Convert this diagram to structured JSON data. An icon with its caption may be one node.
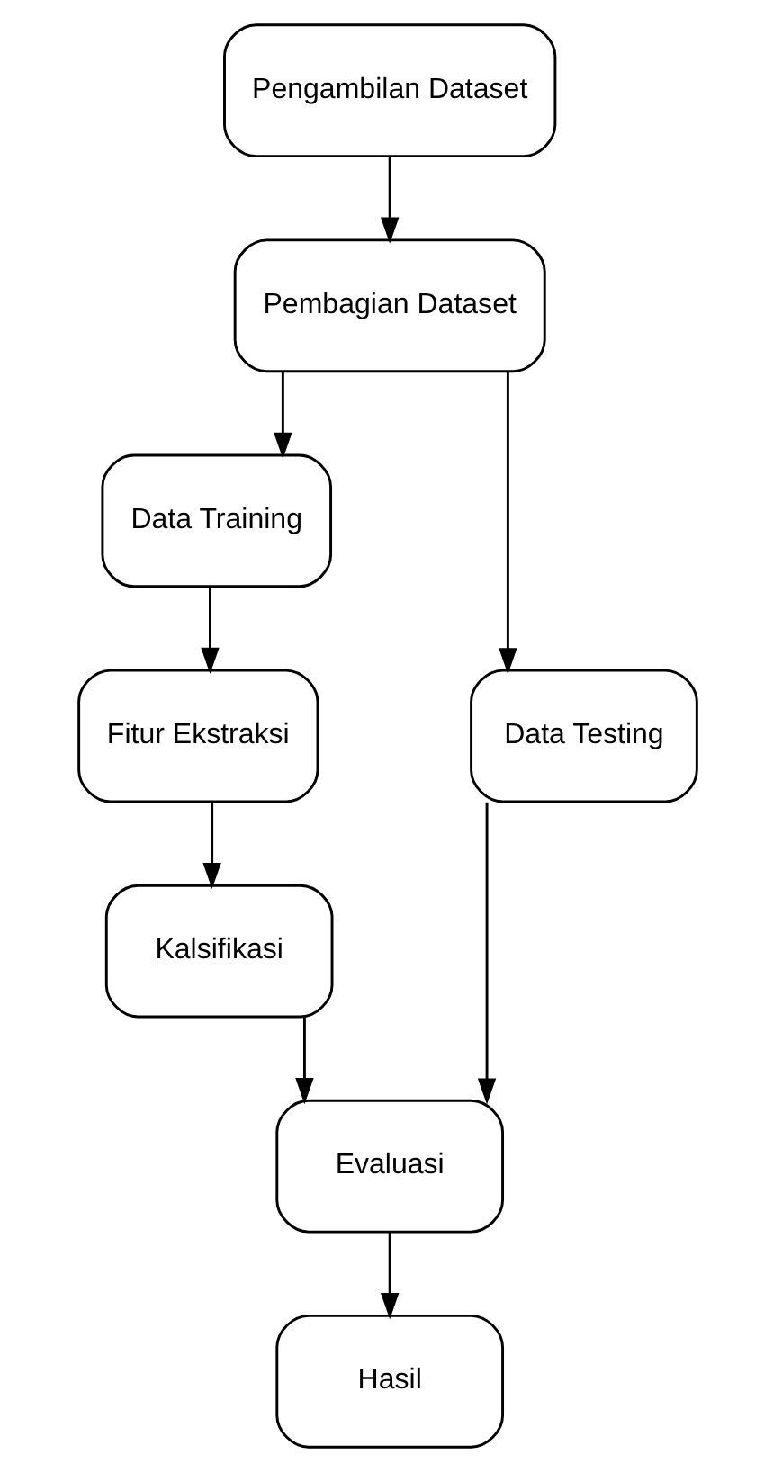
{
  "diagram": {
    "nodes": [
      {
        "text": [
          "Pengambilan Dataset"
        ]
      },
      {
        "text": [
          "Pembagian Dataset"
        ]
      },
      {
        "text": [
          "Data Training"
        ]
      },
      {
        "text": [
          "Data Testing"
        ]
      },
      {
        "text": [
          "Fitur Ekstraksi"
        ]
      },
      {
        "text": [
          "Kalsifikasi"
        ]
      },
      {
        "text": [
          "Evaluasi"
        ]
      },
      {
        "text": [
          "Hasil"
        ]
      }
    ],
    "edges": [
      {
        "from": 0,
        "to": 1,
        "arrow": "to"
      },
      {
        "from": 1,
        "to": 2,
        "arrow": "to"
      },
      {
        "from": 1,
        "to": 3,
        "arrow": "to"
      },
      {
        "from": 2,
        "to": 4,
        "arrow": "to"
      },
      {
        "from": 4,
        "to": 5,
        "arrow": "to"
      },
      {
        "from": 5,
        "to": 6,
        "arrow": "to"
      },
      {
        "from": 3,
        "to": 6,
        "arrow": "to"
      },
      {
        "from": 6,
        "to": 7,
        "arrow": "to"
      }
    ]
  }
}
